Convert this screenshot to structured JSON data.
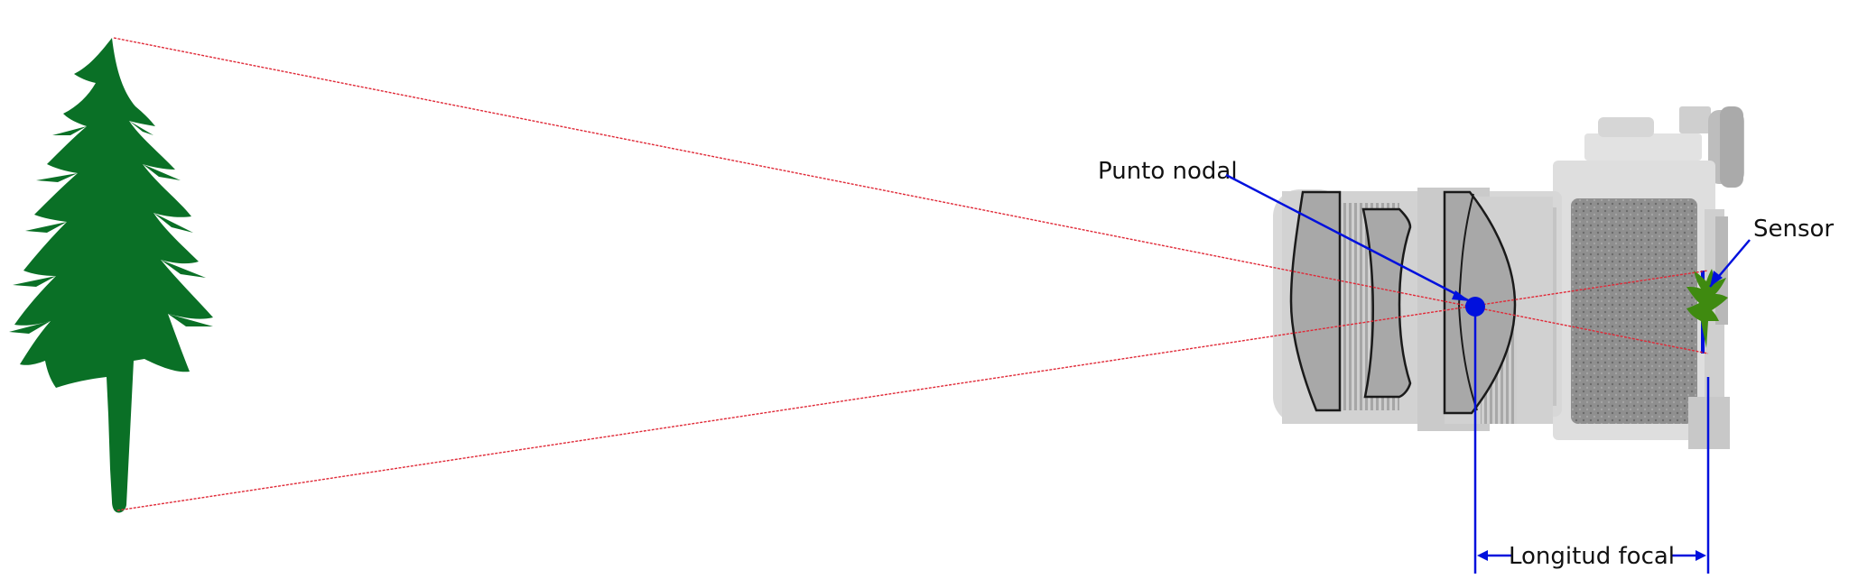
{
  "labels": {
    "nodal_point": "Punto nodal",
    "sensor": "Sensor",
    "focal_length": "Longitud focal"
  },
  "colors": {
    "ray": "#e02a38",
    "pointer": "#0010dd",
    "tree": "#0a7026",
    "tree_small": "#3f8a10",
    "camera_body": "#d4d4d4",
    "lens_element": "#a8a8a8",
    "outline": "#1a1a1a",
    "background": "#ffffff"
  },
  "icons": [
    "tree-icon",
    "camera-icon",
    "small-tree-icon"
  ]
}
